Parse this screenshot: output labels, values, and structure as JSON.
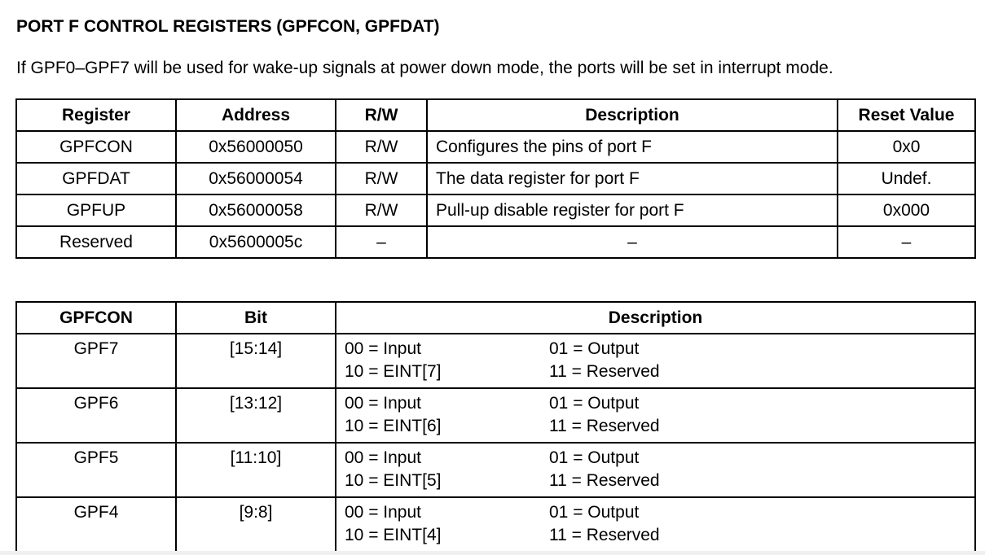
{
  "title": "PORT F CONTROL REGISTERS (GPFCON, GPFDAT)",
  "intro": "If GPF0–GPF7 will be used for wake-up signals at power down mode, the ports will be set in interrupt mode.",
  "register_table": {
    "headers": [
      "Register",
      "Address",
      "R/W",
      "Description",
      "Reset Value"
    ],
    "rows": [
      {
        "register": "GPFCON",
        "address": "0x56000050",
        "rw": "R/W",
        "description": "Configures the pins of port F",
        "reset": "0x0"
      },
      {
        "register": "GPFDAT",
        "address": "0x56000054",
        "rw": "R/W",
        "description": "The data register for port F",
        "reset": "Undef."
      },
      {
        "register": "GPFUP",
        "address": "0x56000058",
        "rw": "R/W",
        "description": "Pull-up disable register for port F",
        "reset": "0x000"
      },
      {
        "register": "Reserved",
        "address": "0x5600005c",
        "rw": "–",
        "description": "–",
        "reset": "–"
      }
    ]
  },
  "bit_table": {
    "headers": [
      "GPFCON",
      "Bit",
      "Description"
    ],
    "rows": [
      {
        "name": "GPF7",
        "bit": "[15:14]",
        "opt1": "00 = Input",
        "opt2": "01 = Output",
        "opt3": "10 = EINT[7]",
        "opt4": "11 = Reserved"
      },
      {
        "name": "GPF6",
        "bit": "[13:12]",
        "opt1": "00 = Input",
        "opt2": "01 = Output",
        "opt3": "10 = EINT[6]",
        "opt4": "11 = Reserved"
      },
      {
        "name": "GPF5",
        "bit": "[11:10]",
        "opt1": "00 = Input",
        "opt2": "01 = Output",
        "opt3": "10 = EINT[5]",
        "opt4": "11 = Reserved"
      },
      {
        "name": "GPF4",
        "bit": "[9:8]",
        "opt1": "00 = Input",
        "opt2": "01 = Output",
        "opt3": "10 = EINT[4]",
        "opt4": "11 = Reserved"
      }
    ]
  }
}
